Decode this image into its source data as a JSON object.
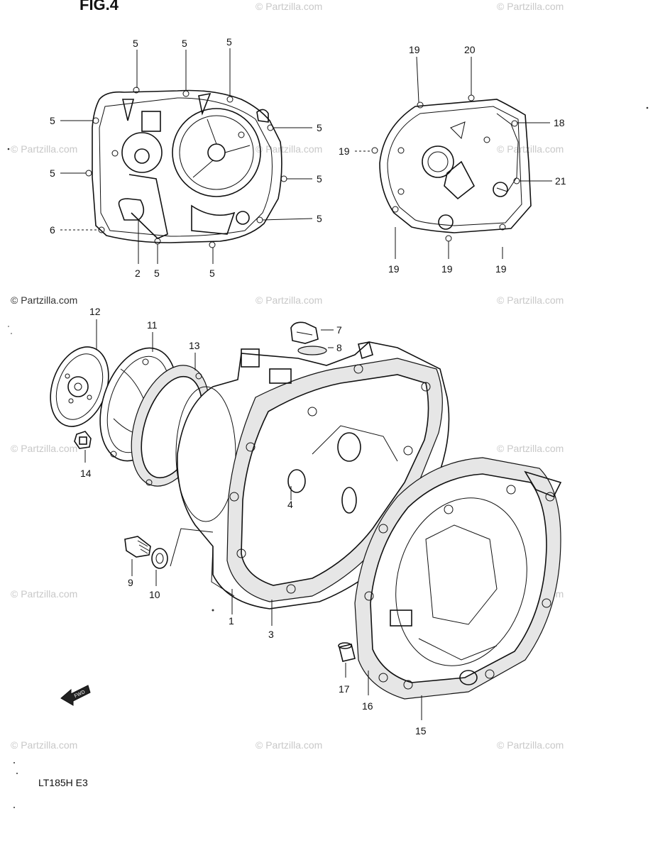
{
  "figure": {
    "title": "FIG.4",
    "model_code": "LT185H  E3"
  },
  "watermark": {
    "text": "© Partzilla.com"
  },
  "arrow": {
    "text": "FWD"
  },
  "callouts": {
    "c1": "1",
    "c2": "2",
    "c3": "3",
    "c4": "4",
    "c5": "5",
    "c6": "6",
    "c7": "7",
    "c8": "8",
    "c9": "9",
    "c10": "10",
    "c11": "11",
    "c12": "12",
    "c13": "13",
    "c14": "14",
    "c15": "15",
    "c16": "16",
    "c17": "17",
    "c18": "18",
    "c19": "19",
    "c20": "20",
    "c21": "21"
  },
  "colors": {
    "line": "#111111",
    "gasket_fill": "#e6e6e6",
    "watermark": "#c8c8c8"
  }
}
